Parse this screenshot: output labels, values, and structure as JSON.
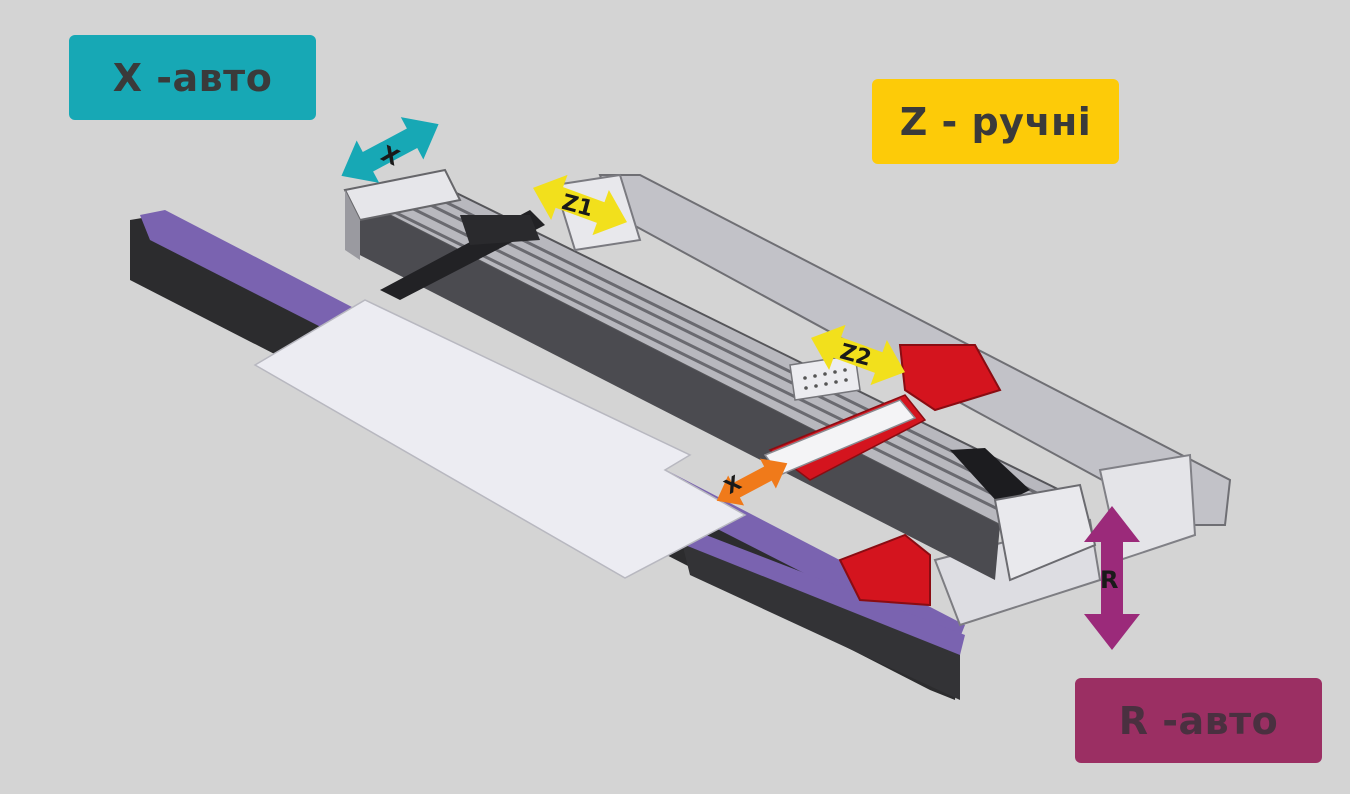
{
  "badges": {
    "x": {
      "text": "X -авто",
      "color": "#17a8b5"
    },
    "z": {
      "text": "Z - ручні",
      "color": "#fdcb08"
    },
    "r": {
      "text": "R -авто",
      "color": "#9b2f63"
    }
  },
  "axis_labels": {
    "x_top": "X",
    "z1": "Z1",
    "z2": "Z2",
    "x_lower": "X",
    "r": "R"
  },
  "arrow_colors": {
    "x_top": "#17a8b5",
    "z": "#f2e01c",
    "x_lower": "#f07a1a",
    "r": "#9b2a7a"
  },
  "machine_colors": {
    "rail": "#7a63b0",
    "frame": "#c9c9ce",
    "dark": "#3a3a3a",
    "red": "#d4141e",
    "sheet": "#ececf2"
  }
}
